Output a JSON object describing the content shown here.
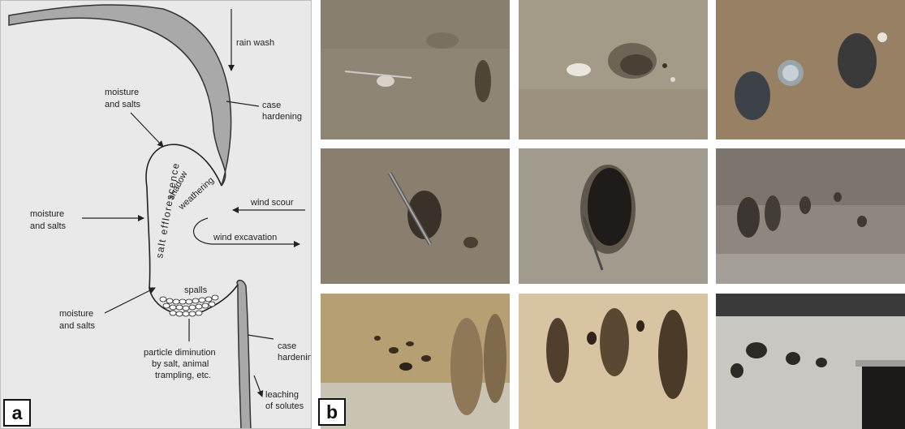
{
  "panel_a": {
    "letter": "a",
    "labels": {
      "rain_wash": "rain wash",
      "case_hardening_top_1": "case",
      "case_hardening_top_2": "hardening",
      "moisture_top_1": "moisture",
      "moisture_top_2": "and salts",
      "moisture_mid_1": "moisture",
      "moisture_mid_2": "and salts",
      "moisture_bot_1": "moisture",
      "moisture_bot_2": "and salts",
      "salt_efflorescence": "salt efflorescence",
      "shadow": "shadow",
      "weathering": "weathering",
      "wind_scour": "wind scour",
      "wind_excavation": "wind excavation",
      "spalls": "spalls",
      "case_hardening_bot_1": "case",
      "case_hardening_bot_2": "hardening",
      "particle_1": "particle diminution",
      "particle_2": "by salt, animal",
      "particle_3": "trampling, etc.",
      "leaching_1": "leaching",
      "leaching_2": "of solutes"
    }
  },
  "panel_b": {
    "letter": "b"
  }
}
